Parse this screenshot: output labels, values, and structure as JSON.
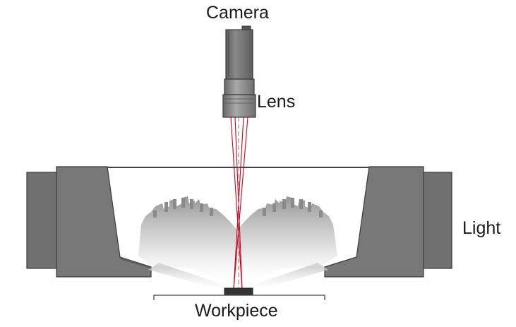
{
  "labels": {
    "camera": "Camera",
    "lens": "Lens",
    "light": "Light",
    "workpiece": "Workpiece"
  },
  "colors": {
    "housing": "#777777",
    "housing_dark": "#5e5e5e",
    "outline": "#3a3a3a",
    "ray": "#d0021b",
    "workpiece": "#333333"
  }
}
